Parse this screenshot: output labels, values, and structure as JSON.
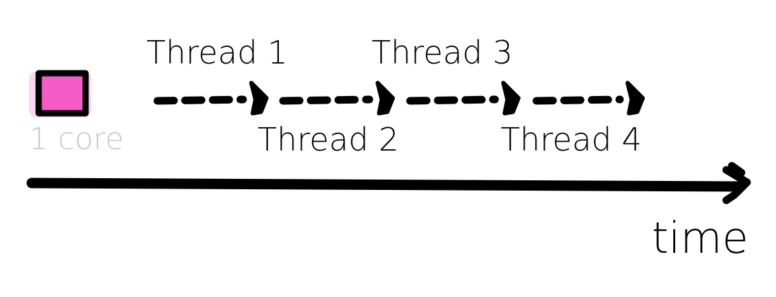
{
  "diagram": {
    "core": {
      "label": "1 core",
      "fill_color": "#f45bc7",
      "outline_color": "#000000",
      "label_color": "#c9c9c9"
    },
    "threads": [
      {
        "label": "Thread 1"
      },
      {
        "label": "Thread 2"
      },
      {
        "label": "Thread 3"
      },
      {
        "label": "Thread 4"
      }
    ],
    "time_axis": {
      "label": "time",
      "color": "#000000"
    }
  }
}
